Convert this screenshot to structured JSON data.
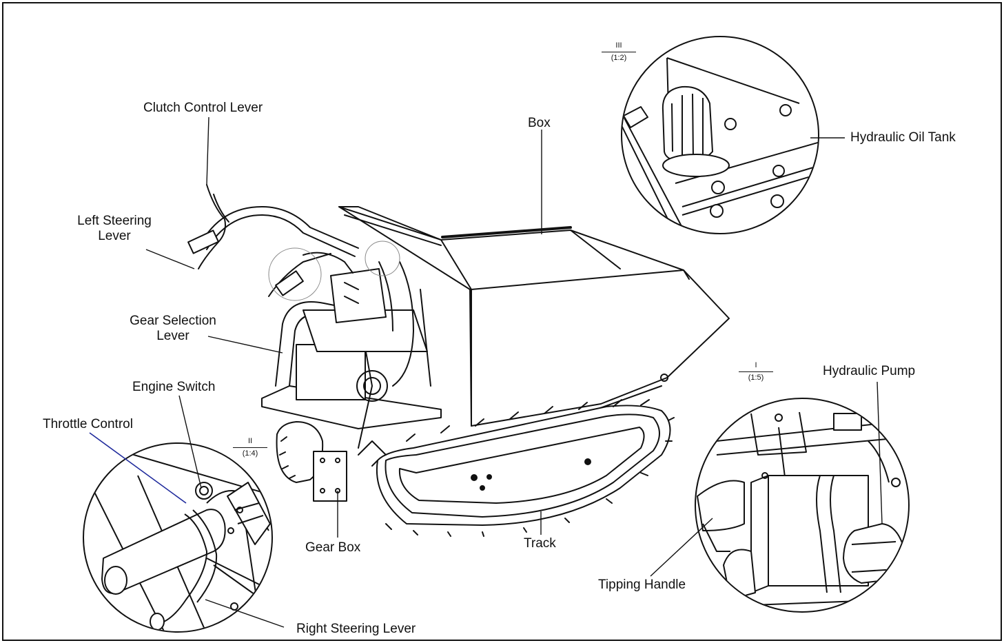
{
  "labels": {
    "clutch_control_lever": "Clutch Control Lever",
    "left_steering_lever_1": "Left Steering",
    "left_steering_lever_2": "Lever",
    "gear_selection_lever_1": "Gear Selection",
    "gear_selection_lever_2": "Lever",
    "engine_switch": "Engine Switch",
    "throttle_control": "Throttle Control",
    "gear_box": "Gear Box",
    "track": "Track",
    "box": "Box",
    "hydraulic_oil_tank": "Hydraulic Oil Tank",
    "hydraulic_pump": "Hydraulic Pump",
    "tipping_handle": "Tipping Handle",
    "right_steering_lever": "Right Steering Lever"
  },
  "details": {
    "detail_iii": {
      "id": "III",
      "scale": "(1:2)"
    },
    "detail_ii": {
      "id": "II",
      "scale": "(1:4)"
    },
    "detail_i": {
      "id": "I",
      "scale": "(1:5)"
    }
  },
  "colors": {
    "line": "#111111",
    "leader_highlight": "#1f2a9c",
    "background": "#ffffff"
  }
}
